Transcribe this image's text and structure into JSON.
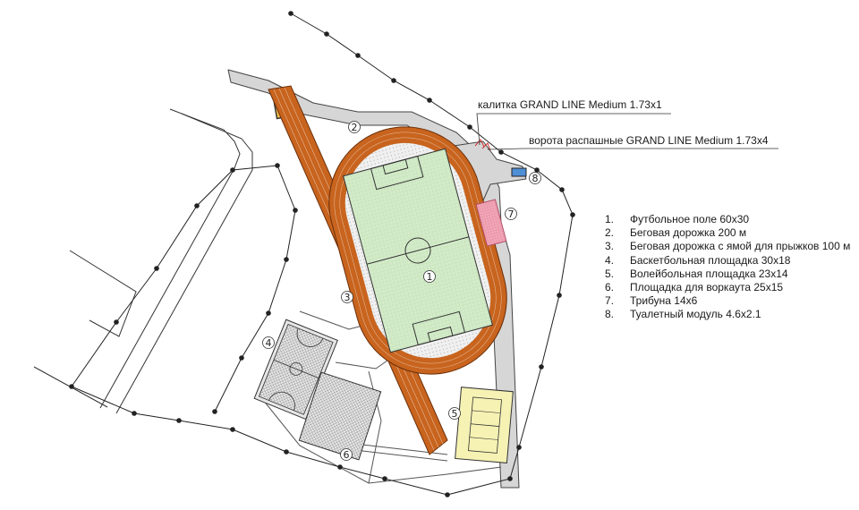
{
  "callouts": {
    "gate_small": "калитка GRAND LINE Medium 1.73x1",
    "gate_swing": "ворота распашные GRAND LINE Medium 1.73x4"
  },
  "markers": [
    "1",
    "2",
    "3",
    "4",
    "5",
    "6",
    "7",
    "8"
  ],
  "legend": [
    {
      "num": "1.",
      "text": "Футбольное поле 60x30"
    },
    {
      "num": "2.",
      "text": "Беговая дорожка 200 м"
    },
    {
      "num": "3.",
      "text": "Беговая дорожка с ямой для прыжков 100 м"
    },
    {
      "num": "4.",
      "text": "Баскетбольная площадка 30x18"
    },
    {
      "num": "5.",
      "text": "Волейбольная площадка 23x14"
    },
    {
      "num": "6.",
      "text": "Площадка для воркаута 25x15"
    },
    {
      "num": "7.",
      "text": "Трибуна 14x6"
    },
    {
      "num": "8.",
      "text": "Туалетный модуль 4.6x2.1"
    }
  ],
  "colors": {
    "track": "#c8641e",
    "field": "#d3ebc9",
    "paving": "#d2d2d2",
    "volleyball": "#f6f2b4",
    "stand": "#f2a8b8",
    "toilet": "#4e8fd6",
    "sand": "#f5c04a"
  }
}
